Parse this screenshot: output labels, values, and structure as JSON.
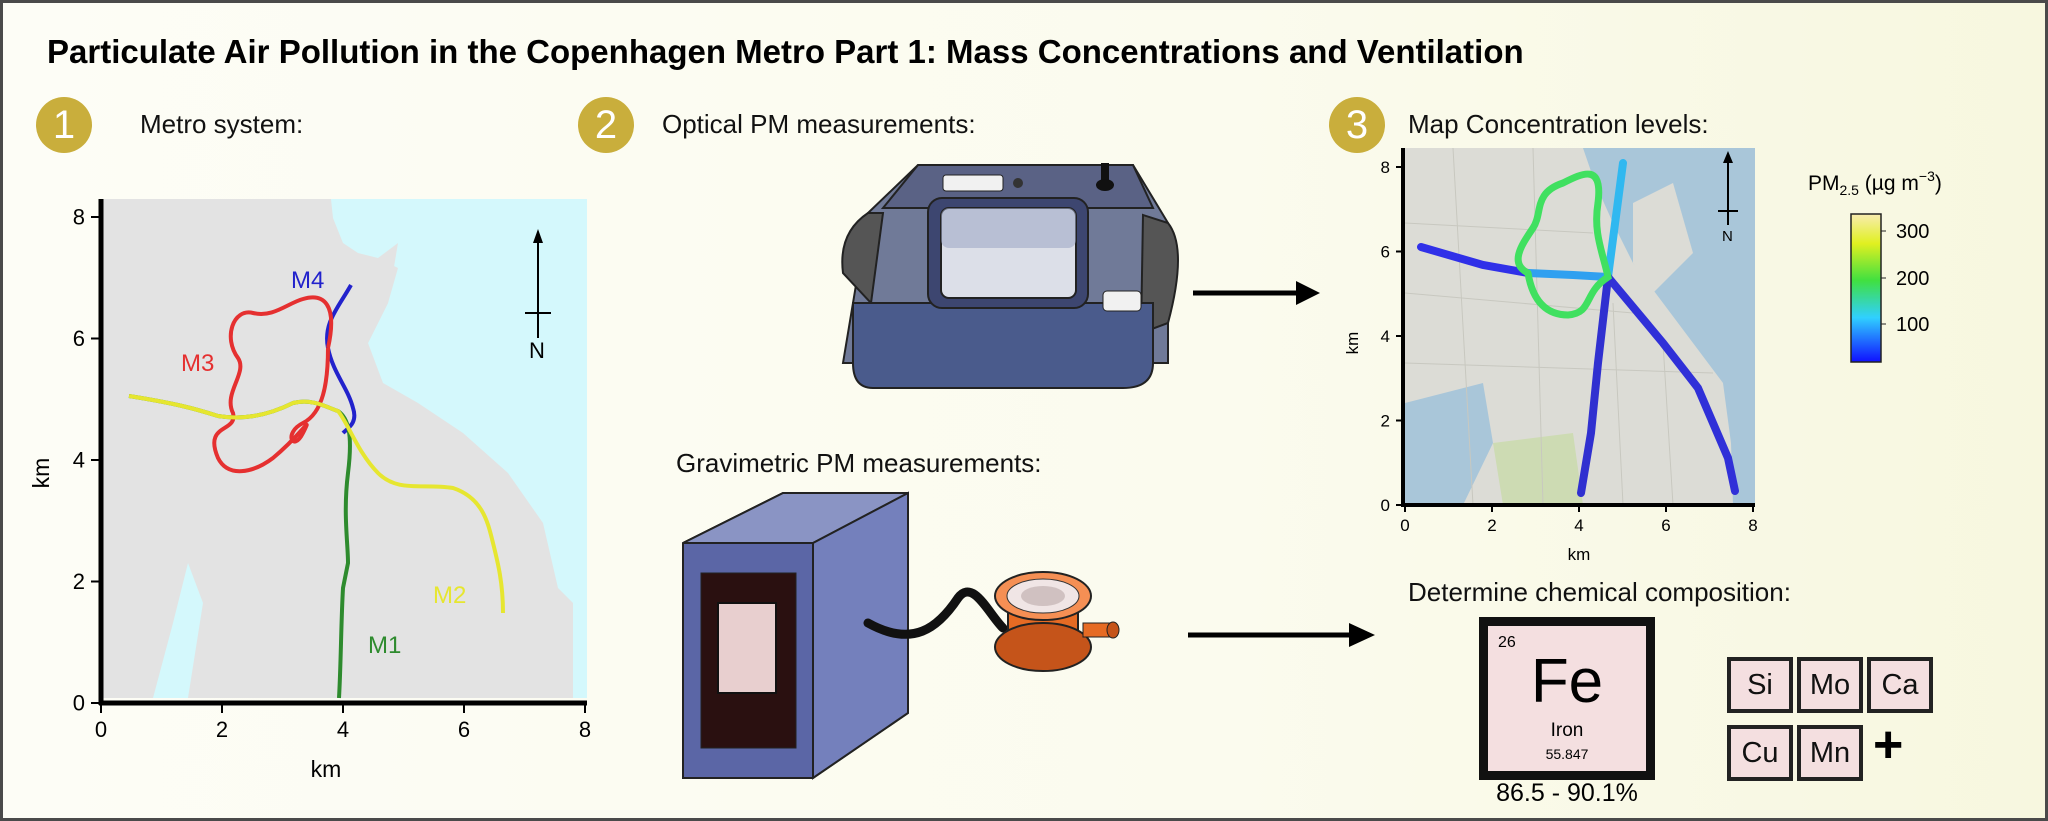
{
  "title": "Particulate Air Pollution in the Copenhagen Metro Part 1: Mass Concentrations and Ventilation",
  "sections": [
    {
      "number": "1",
      "label": "Metro system:"
    },
    {
      "number": "2",
      "label": "Optical PM measurements:"
    },
    {
      "number": "3",
      "label": "Map Concentration levels:"
    }
  ],
  "gravimetric_label": "Gravimetric PM measurements:",
  "composition_label": "Determine chemical composition:",
  "metro_map": {
    "axis_label_x": "km",
    "axis_label_y": "km",
    "x_ticks": [
      "0",
      "2",
      "4",
      "6",
      "8"
    ],
    "y_ticks": [
      "0",
      "2",
      "4",
      "6",
      "8"
    ],
    "north_label": "N",
    "lines": [
      {
        "name": "M1",
        "color": "#2e8b2e"
      },
      {
        "name": "M2",
        "color": "#e6e630"
      },
      {
        "name": "M3",
        "color": "#e53030"
      },
      {
        "name": "M4",
        "color": "#2222cc"
      }
    ]
  },
  "concentration_map": {
    "axis_label_x": "km",
    "axis_label_y": "km",
    "x_ticks": [
      "0",
      "2",
      "4",
      "6",
      "8"
    ],
    "y_ticks": [
      "0",
      "2",
      "4",
      "6",
      "8"
    ],
    "north_label": "N",
    "colorbar": {
      "label_main": "PM",
      "label_sub": "2.5",
      "label_units": " (µg m",
      "label_exp": "−3",
      "label_close": ")",
      "ticks": [
        "300",
        "200",
        "100"
      ]
    }
  },
  "iron": {
    "number": "26",
    "symbol": "Fe",
    "name": "Iron",
    "mass": "55.847",
    "fraction": "86.5 - 90.1%"
  },
  "other_elements": [
    "Si",
    "Mo",
    "Ca",
    "Cu",
    "Mn"
  ],
  "plus_sign": "+",
  "colors": {
    "badge": "#c9ae3c",
    "water": "#d4f8fc",
    "land": "#e3e3e3",
    "element_fill": "#f4dfe0"
  }
}
